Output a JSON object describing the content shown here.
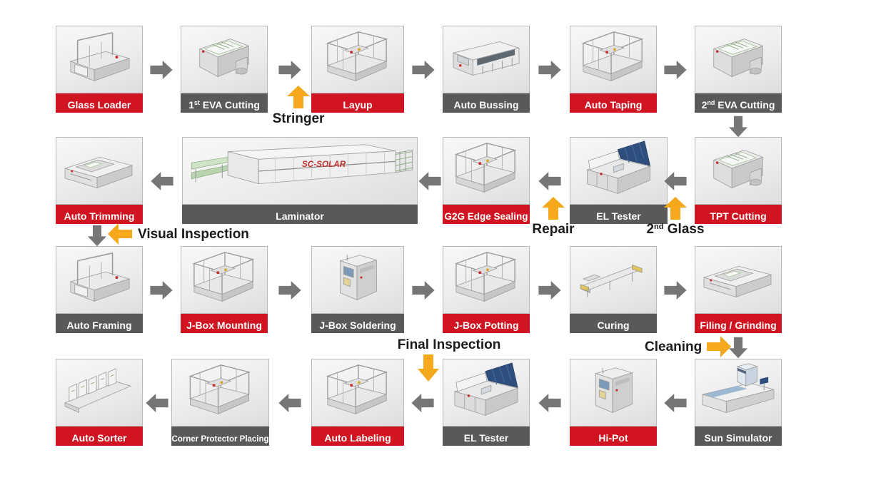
{
  "diagram_name": "Solar module production line process flow",
  "colors": {
    "label_red": "#d01422",
    "label_gray": "#595959",
    "flow_arrow_gray": "#767676",
    "accent_yellow": "#f5a81c",
    "annotation_text": "#1a1a1a",
    "label_text": "#ffffff",
    "laminator_brand_red": "#c5302e"
  },
  "flow_direction_by_row": {
    "row1": "right",
    "row2": "left",
    "row3": "right",
    "row4": "left"
  },
  "stations": [
    {
      "id": "glass-loader",
      "row": 1,
      "col": 1,
      "style": "red",
      "icon": "gantry",
      "label_pre": "",
      "label_sup": "",
      "label_main": "Glass Loader"
    },
    {
      "id": "eva-cutting-1",
      "row": 1,
      "col": 2,
      "style": "gray",
      "icon": "cutter",
      "label_pre": "1",
      "label_sup": "st",
      "label_main": " EVA Cutting"
    },
    {
      "id": "layup",
      "row": 1,
      "col": 3,
      "style": "red",
      "icon": "cage",
      "label_pre": "",
      "label_sup": "",
      "label_main": "Layup"
    },
    {
      "id": "auto-bussing",
      "row": 1,
      "col": 4,
      "style": "gray",
      "icon": "longbox",
      "label_pre": "",
      "label_sup": "",
      "label_main": "Auto Bussing"
    },
    {
      "id": "auto-taping",
      "row": 1,
      "col": 5,
      "style": "red",
      "icon": "cage",
      "label_pre": "",
      "label_sup": "",
      "label_main": "Auto Taping"
    },
    {
      "id": "eva-cutting-2",
      "row": 1,
      "col": 6,
      "style": "gray",
      "icon": "cutter",
      "label_pre": "2",
      "label_sup": "nd",
      "label_main": " EVA Cutting"
    },
    {
      "id": "auto-trimming",
      "row": 2,
      "col": 1,
      "style": "red",
      "icon": "flatbed",
      "label_pre": "",
      "label_sup": "",
      "label_main": "Auto Trimming"
    },
    {
      "id": "laminator",
      "row": 2,
      "col": 2,
      "style": "gray",
      "icon": "laminator",
      "label_pre": "",
      "label_sup": "",
      "label_main": "Laminator",
      "machine_text": "SC-SOLAR"
    },
    {
      "id": "g2g-edge-sealing",
      "row": 2,
      "col": 4,
      "style": "red",
      "icon": "cage",
      "label_pre": "",
      "label_sup": "",
      "label_main": "G2G Edge Sealing"
    },
    {
      "id": "el-tester-1",
      "row": 2,
      "col": 5,
      "style": "gray",
      "icon": "tester",
      "label_pre": "",
      "label_sup": "",
      "label_main": "EL Tester"
    },
    {
      "id": "tpt-cutting",
      "row": 2,
      "col": 6,
      "style": "red",
      "icon": "cutter",
      "label_pre": "",
      "label_sup": "",
      "label_main": "TPT Cutting"
    },
    {
      "id": "auto-framing",
      "row": 3,
      "col": 1,
      "style": "gray",
      "icon": "gantry",
      "label_pre": "",
      "label_sup": "",
      "label_main": "Auto Framing"
    },
    {
      "id": "jbox-mounting",
      "row": 3,
      "col": 2,
      "style": "red",
      "icon": "cage",
      "label_pre": "",
      "label_sup": "",
      "label_main": "J-Box Mounting"
    },
    {
      "id": "jbox-soldering",
      "row": 3,
      "col": 3,
      "style": "gray",
      "icon": "tower",
      "label_pre": "",
      "label_sup": "",
      "label_main": "J-Box Soldering"
    },
    {
      "id": "jbox-potting",
      "row": 3,
      "col": 4,
      "style": "red",
      "icon": "cage",
      "label_pre": "",
      "label_sup": "",
      "label_main": "J-Box Potting"
    },
    {
      "id": "curing",
      "row": 3,
      "col": 5,
      "style": "gray",
      "icon": "conveyor",
      "label_pre": "",
      "label_sup": "",
      "label_main": "Curing"
    },
    {
      "id": "filing-grinding",
      "row": 3,
      "col": 6,
      "style": "red",
      "icon": "flatbed",
      "label_pre": "",
      "label_sup": "",
      "label_main": "Filing / Grinding"
    },
    {
      "id": "auto-sorter",
      "row": 4,
      "col": 1,
      "style": "red",
      "icon": "sorter",
      "label_pre": "",
      "label_sup": "",
      "label_main": "Auto Sorter"
    },
    {
      "id": "corner-protector",
      "row": 4,
      "col": 2,
      "style": "gray",
      "icon": "cage",
      "label_pre": "",
      "label_sup": "",
      "label_main": "Corner Protector Placing"
    },
    {
      "id": "auto-labeling",
      "row": 4,
      "col": 3,
      "style": "red",
      "icon": "cage",
      "label_pre": "",
      "label_sup": "",
      "label_main": "Auto Labeling"
    },
    {
      "id": "el-tester-2",
      "row": 4,
      "col": 4,
      "style": "gray",
      "icon": "tester",
      "label_pre": "",
      "label_sup": "",
      "label_main": "EL Tester"
    },
    {
      "id": "hi-pot",
      "row": 4,
      "col": 5,
      "style": "red",
      "icon": "tower",
      "label_pre": "",
      "label_sup": "",
      "label_main": "Hi-Pot"
    },
    {
      "id": "sun-simulator",
      "row": 4,
      "col": 6,
      "style": "gray",
      "icon": "sunsim",
      "label_pre": "",
      "label_sup": "",
      "label_main": "Sun Simulator"
    }
  ],
  "annotations": [
    {
      "id": "stringer",
      "arrow": "up",
      "label_pre": "",
      "label_sup": "",
      "label_main": "Stringer"
    },
    {
      "id": "repair",
      "arrow": "up",
      "label_pre": "",
      "label_sup": "",
      "label_main": "Repair"
    },
    {
      "id": "second-glass",
      "arrow": "up",
      "label_pre": "2",
      "label_sup": "nd",
      "label_main": " Glass"
    },
    {
      "id": "visual-inspection",
      "arrow": "left",
      "label_pre": "",
      "label_sup": "",
      "label_main": "Visual Inspection"
    },
    {
      "id": "cleaning",
      "arrow": "right",
      "label_pre": "",
      "label_sup": "",
      "label_main": "Cleaning"
    },
    {
      "id": "final-inspection",
      "arrow": "down",
      "label_pre": "",
      "label_sup": "",
      "label_main": "Final Inspection"
    }
  ]
}
